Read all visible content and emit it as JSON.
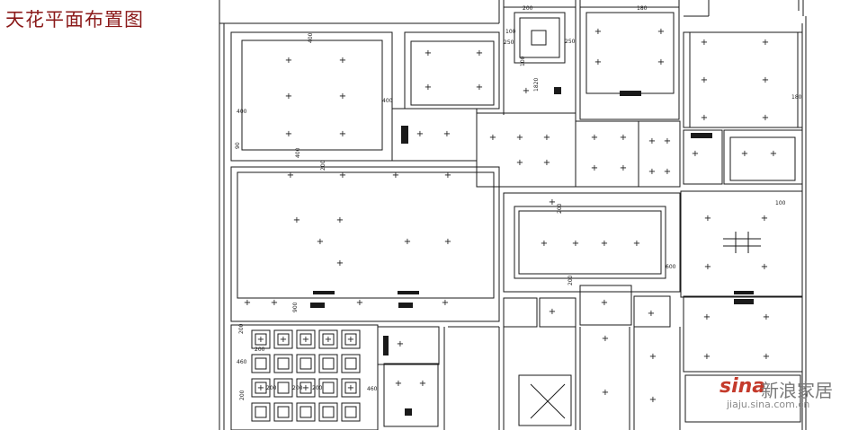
{
  "title": "天花平面布置图",
  "watermark": {
    "brand": "sina",
    "name": "新浪家居",
    "url": "jiaju.sina.com.cn"
  },
  "dimensions": [
    "400",
    "400",
    "400",
    "400",
    "90",
    "200",
    "200",
    "100",
    "250",
    "250",
    "180",
    "1820",
    "100",
    "200",
    "200",
    "600",
    "180",
    "100",
    "900",
    "200",
    "200",
    "460",
    "460",
    "200",
    "200",
    "200",
    "200"
  ],
  "colors": {
    "line": "#1a1a1a",
    "title": "#8b1a1a",
    "watermark": "#c43a2b"
  },
  "icons": [
    "downlight-icon",
    "vent-icon",
    "grid-ceiling-icon",
    "stairwell-icon"
  ]
}
